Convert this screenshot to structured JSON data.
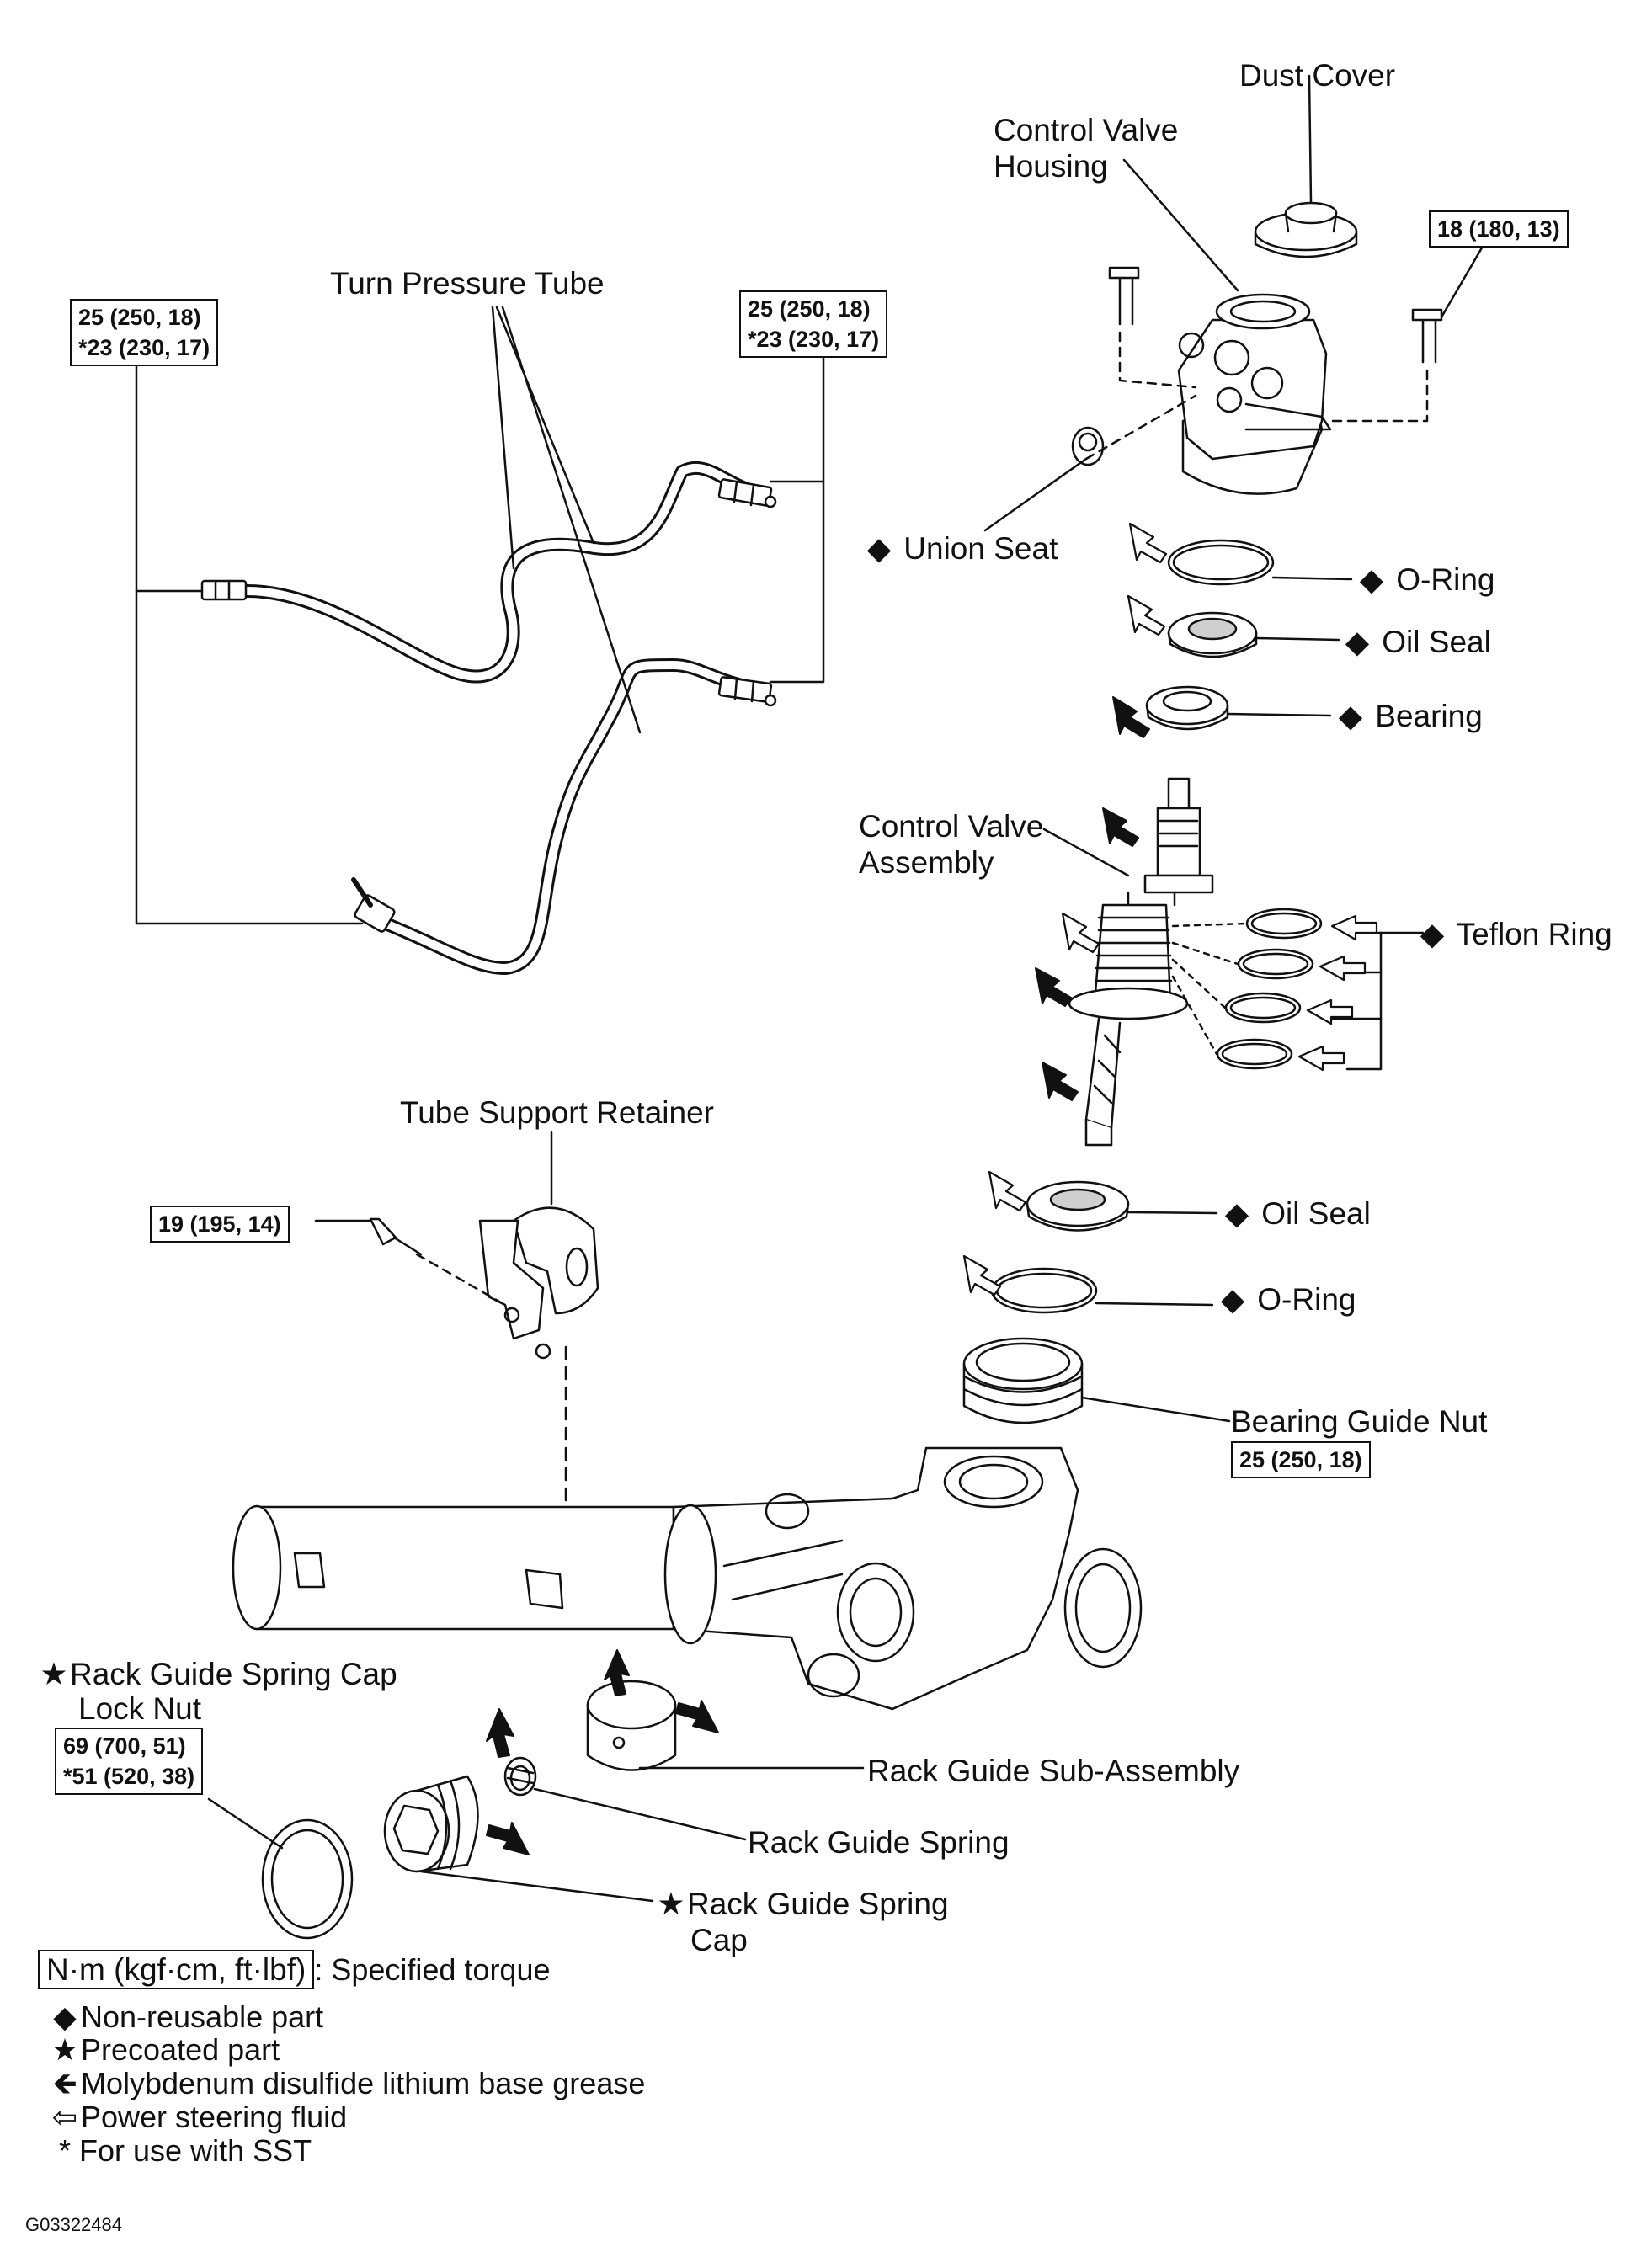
{
  "labels": {
    "dust_cover": "Dust Cover",
    "control_valve_housing_1": "Control Valve",
    "control_valve_housing_2": "Housing",
    "turn_pressure_tube": "Turn Pressure Tube",
    "union_seat": "Union Seat",
    "o_ring_upper": "O-Ring",
    "oil_seal_upper": "Oil Seal",
    "bearing": "Bearing",
    "control_valve_assembly_1": "Control Valve",
    "control_valve_assembly_2": "Assembly",
    "teflon_ring": "Teflon Ring",
    "tube_support_retainer": "Tube Support Retainer",
    "oil_seal_lower": "Oil Seal",
    "o_ring_lower": "O-Ring",
    "bearing_guide_nut": "Bearing Guide Nut",
    "lock_nut_1": "Rack Guide Spring Cap",
    "lock_nut_2": "Lock Nut",
    "rack_guide_sub_assembly": "Rack Guide Sub-Assembly",
    "rack_guide_spring": "Rack Guide Spring",
    "spring_cap_1": "Rack Guide Spring",
    "spring_cap_2": "Cap"
  },
  "torques": {
    "left_tube_1": "25 (250, 18)",
    "left_tube_2": "*23 (230, 17)",
    "right_tube_1": "25 (250, 18)",
    "right_tube_2": "*23 (230, 17)",
    "housing_bolt": "18 (180, 13)",
    "retainer_bolt": "19 (195, 14)",
    "bearing_guide_nut": "25 (250, 18)",
    "lock_nut_1": "69 (700, 51)",
    "lock_nut_2": "*51 (520, 38)"
  },
  "symbols": {
    "non_reusable": "◆",
    "precoated": "★",
    "moly_grease": "🡸",
    "fluid": "⇦"
  },
  "legend": {
    "torque_unit": "N·m (kgf·cm, ft·lbf)",
    "torque_text": ": Specified torque",
    "non_reusable": "Non-reusable part",
    "precoated": "Precoated part",
    "moly_grease": "Molybdenum disulfide lithium base grease",
    "fluid": "Power steering fluid",
    "sst_mark": "*",
    "sst": "For use with SST"
  },
  "figure_id": "G03322484",
  "colors": {
    "ink": "#111111",
    "shade": "#cfcfcf",
    "paper": "#ffffff"
  }
}
